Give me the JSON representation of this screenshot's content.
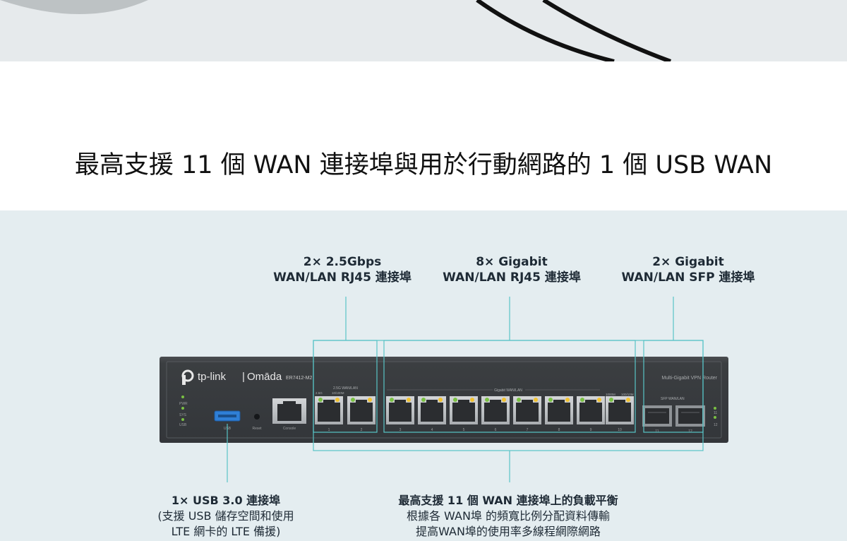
{
  "headline": "最高支援 11 個 WAN 連接埠與用於行動網路的 1 個 USB WAN",
  "callouts": {
    "rj45_25g": {
      "line1": "2× 2.5Gbps",
      "line2": "WAN/LAN RJ45 連接埠"
    },
    "rj45_gig": {
      "line1": "8× Gigabit",
      "line2": "WAN/LAN RJ45 連接埠"
    },
    "sfp": {
      "line1": "2× Gigabit",
      "line2": "WAN/LAN SFP 連接埠"
    }
  },
  "notes": {
    "usb": {
      "line1": "1× USB 3.0 連接埠",
      "line2": "(支援 USB 儲存空間和使用",
      "line3": "LTE 網卡的 LTE 備援)"
    },
    "load": {
      "line1": "最高支援 11 個 WAN 連接埠上的負載平衡",
      "line2": "根據各 WAN埠 的頻寬比例分配資料傳輸",
      "line3": "提高WAN埠的使用率多線程網際網路"
    }
  },
  "device": {
    "brand": "tp-link",
    "sub_brand": "Omāda",
    "model": "ER7412-M2",
    "type": "Multi-Gigabit VPN Router",
    "leds": [
      "PWR",
      "SYS",
      "USB"
    ],
    "usb_label": "USB",
    "reset_label": "Reset",
    "console_label": "Console",
    "group_25g": "2.5G WAN/LAN",
    "speed_25g_a": "2.5G",
    "speed_25g_b": "10/100M",
    "group_gig": "Gigabit WAN/LAN",
    "speed_gig_a": "1000M",
    "speed_gig_b": "100/10M",
    "group_sfp": "SFP WAN/LAN",
    "port_numbers": [
      "1",
      "2",
      "3",
      "4",
      "5",
      "6",
      "7",
      "8",
      "9",
      "10",
      "11",
      "12"
    ],
    "right_led_numbers": [
      "11",
      "12"
    ]
  },
  "colors": {
    "accent": "#58c4c6",
    "device": "#3a3d40",
    "diagram_bg": "#e4edf0",
    "usb_blue": "#2f7fd6",
    "led_green": "#7ac143",
    "led_amber": "#f2c230"
  }
}
